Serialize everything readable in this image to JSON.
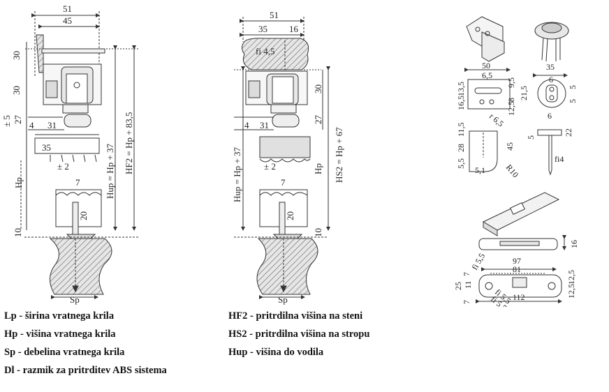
{
  "dims_left": {
    "w51": "51",
    "w45": "45",
    "h30a": "30",
    "h30b": "30",
    "pm5": "± 5",
    "h27": "27",
    "w4": "4",
    "w31": "31",
    "w35": "35",
    "pm2": "± 2",
    "hp": "Hp",
    "hup": "Hup = Hp + 37",
    "hf2": "HF2 = Hp + 83,5",
    "w7": "7",
    "h20": "20",
    "h10": "10",
    "sp": "Sp"
  },
  "dims_mid": {
    "w51": "51",
    "w35": "35",
    "w16": "16",
    "fi45": "fi 4,5",
    "h30": "30",
    "h27": "27",
    "w4": "4",
    "w31": "31",
    "pm2": "± 2",
    "hup": "Hup = Hp + 37",
    "hp": "Hp",
    "hs2": "HS2 = Hp + 67",
    "w7": "7",
    "h20": "20",
    "h10": "10",
    "sp": "Sp"
  },
  "dims_right": {
    "w50": "50",
    "w65": "6,5",
    "h135": "13,5",
    "h165": "16,5",
    "r65": "r 6,5",
    "h95": "9,5",
    "h8": "8",
    "h125": "12,5",
    "w35": "35",
    "h215": "21,5",
    "w6": "6",
    "h5a": "5",
    "h5b": "5",
    "h115": "11,5",
    "h28": "28",
    "h55": "5,5",
    "w51": "5,1",
    "h45": "45",
    "r10": "R10",
    "w6b": "6",
    "h22": "22",
    "h5c": "5",
    "fi4": "fi4",
    "h16": "16",
    "w97": "97",
    "w81": "81",
    "fi55a": "fi 5,5",
    "fi55b": "fi 5,5",
    "fi55c": "fi 5,5",
    "h7a": "7",
    "h25": "25",
    "h11": "11",
    "h7b": "7",
    "w112": "112",
    "h125a": "12,5",
    "h125b": "12,5"
  },
  "legend": {
    "lp": "Lp - širina vratnega krila",
    "hp": "Hp - višina vratnega krila",
    "sp": "Sp - debelina vratnega krila",
    "dl": "Dl - razmik za pritrditev ABS sistema",
    "hf2": "HF2 - pritrdilna višina na steni",
    "hs2": "HS2 - pritrdilna višina na stropu",
    "hup": "Hup - višina do vodila"
  }
}
